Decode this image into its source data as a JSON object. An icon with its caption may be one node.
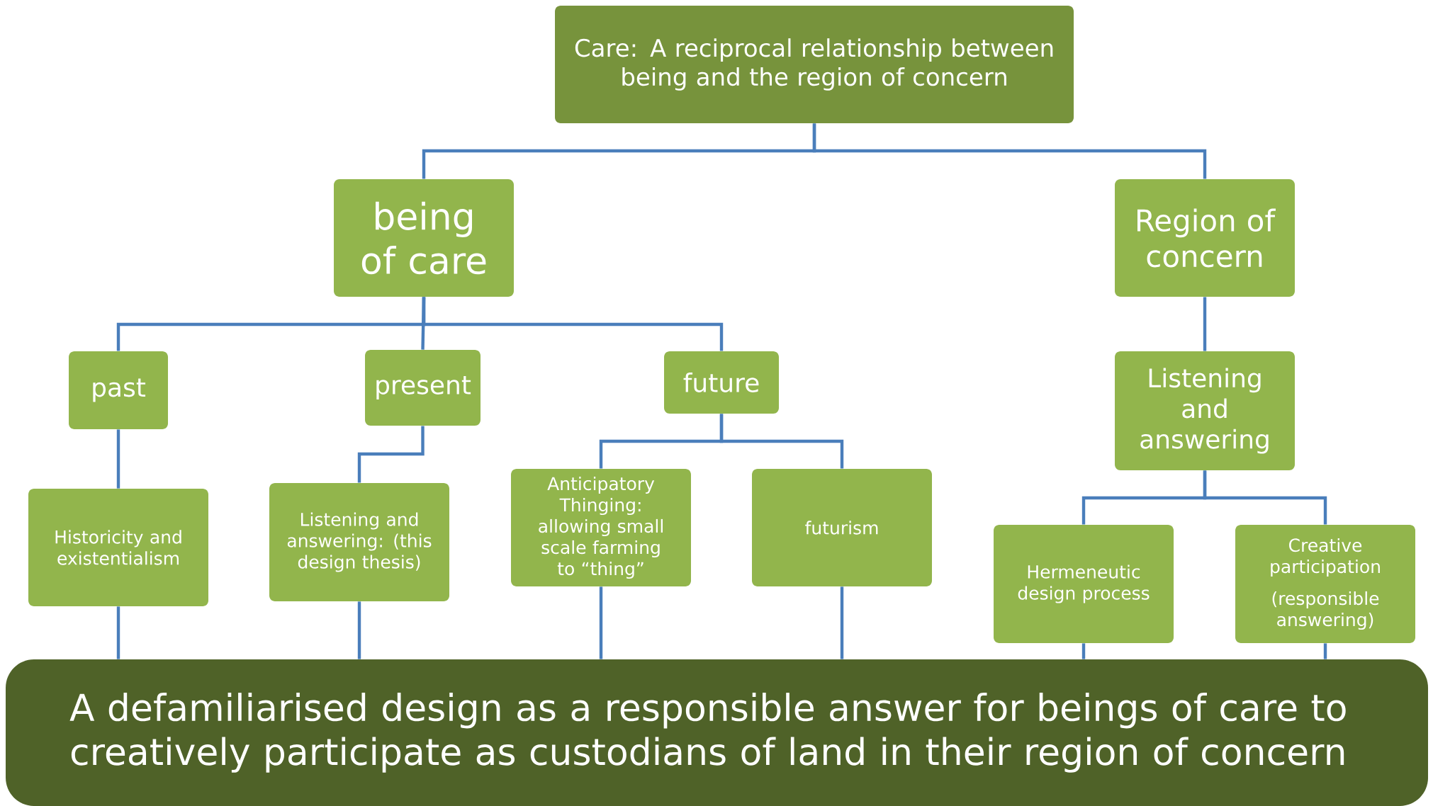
{
  "diagram": {
    "nodes": [
      {
        "text": [
          "Care: A reciprocal relationship between being and the region of concern"
        ]
      },
      {
        "text": [
          "being of care"
        ]
      },
      {
        "text": [
          "Region of concern"
        ]
      },
      {
        "text": [
          "past"
        ]
      },
      {
        "text": [
          "present"
        ]
      },
      {
        "text": [
          "future"
        ]
      },
      {
        "text": [
          "Listening and answering"
        ]
      },
      {
        "text": [
          "Historicity and existentialism"
        ]
      },
      {
        "text": [
          "Listening and answering: (this design thesis)"
        ]
      },
      {
        "text": [
          "Anticipatory Thinging: allowing small scale farming to “thing”"
        ]
      },
      {
        "text": [
          "futurism"
        ]
      },
      {
        "text": [
          "Hermeneutic design process"
        ]
      },
      {
        "text": [
          "Creative participation",
          "(responsible answering)"
        ]
      },
      {
        "text": [
          "A defamiliarised design as a responsible answer for beings of care to creatively participate as custodians of land in their region of concern"
        ]
      }
    ],
    "edges": [
      {
        "from": 0,
        "to": 1,
        "arrow": "none"
      },
      {
        "from": 0,
        "to": 2,
        "arrow": "none"
      },
      {
        "from": 1,
        "to": 3,
        "arrow": "none"
      },
      {
        "from": 1,
        "to": 4,
        "arrow": "none"
      },
      {
        "from": 1,
        "to": 5,
        "arrow": "none"
      },
      {
        "from": 2,
        "to": 6,
        "arrow": "none"
      },
      {
        "from": 3,
        "to": 7,
        "arrow": "none"
      },
      {
        "from": 4,
        "to": 8,
        "arrow": "none"
      },
      {
        "from": 5,
        "to": 9,
        "arrow": "none"
      },
      {
        "from": 5,
        "to": 10,
        "arrow": "none"
      },
      {
        "from": 6,
        "to": 11,
        "arrow": "none"
      },
      {
        "from": 6,
        "to": 12,
        "arrow": "none"
      },
      {
        "from": 7,
        "to": 13,
        "arrow": "none"
      },
      {
        "from": 8,
        "to": 13,
        "arrow": "none"
      },
      {
        "from": 9,
        "to": 13,
        "arrow": "none"
      },
      {
        "from": 10,
        "to": 13,
        "arrow": "none"
      },
      {
        "from": 11,
        "to": 13,
        "arrow": "none"
      },
      {
        "from": 12,
        "to": 13,
        "arrow": "none"
      }
    ]
  }
}
